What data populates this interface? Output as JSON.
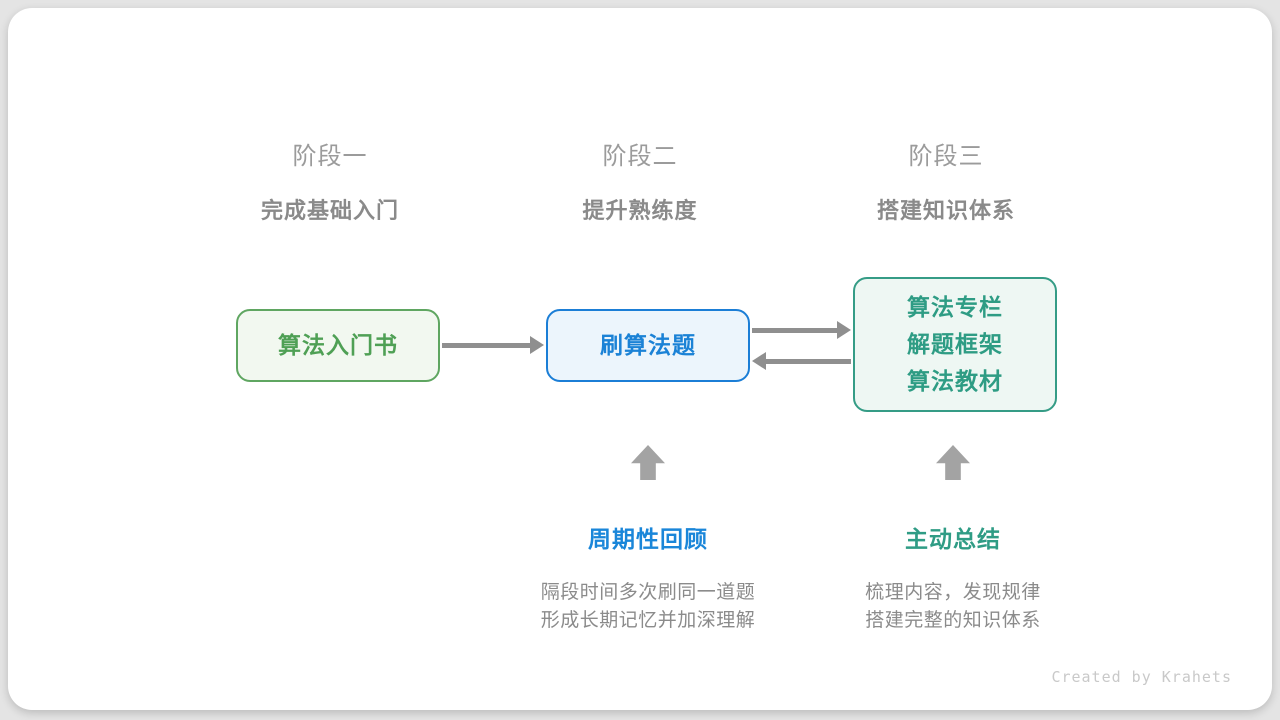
{
  "page": {
    "background": "#e4e4e4",
    "card_background": "#ffffff"
  },
  "stages": [
    {
      "label": "阶段一",
      "subtitle": "完成基础入门"
    },
    {
      "label": "阶段二",
      "subtitle": "提升熟练度"
    },
    {
      "label": "阶段三",
      "subtitle": "搭建知识体系"
    }
  ],
  "nodes": [
    {
      "id": "beginner-book",
      "lines": [
        "算法入门书"
      ],
      "border_color": "#5fa661",
      "text_color": "#4fa055",
      "background": "#f2f8f0"
    },
    {
      "id": "practice-problems",
      "lines": [
        "刷算法题"
      ],
      "border_color": "#1b7ed6",
      "text_color": "#1b82d6",
      "background": "#ecf5fc"
    },
    {
      "id": "knowledge-resources",
      "lines": [
        "算法专栏",
        "解题框架",
        "算法教材"
      ],
      "border_color": "#359c86",
      "text_color": "#2e9c84",
      "background": "#eef7f3"
    }
  ],
  "connectors": {
    "color": "#8f8f8f",
    "flow": [
      "beginner-book -> practice-problems",
      "practice-problems -> knowledge-resources",
      "knowledge-resources -> practice-problems"
    ]
  },
  "annotations": [
    {
      "title": "周期性回顾",
      "title_color": "#1a86d9",
      "lines": [
        "隔段时间多次刷同一道题",
        "形成长期记忆并加深理解"
      ]
    },
    {
      "title": "主动总结",
      "title_color": "#2f9c85",
      "lines": [
        "梳理内容，发现规律",
        "搭建完整的知识体系"
      ]
    }
  ],
  "credit": {
    "text": "Created by Krahets"
  }
}
